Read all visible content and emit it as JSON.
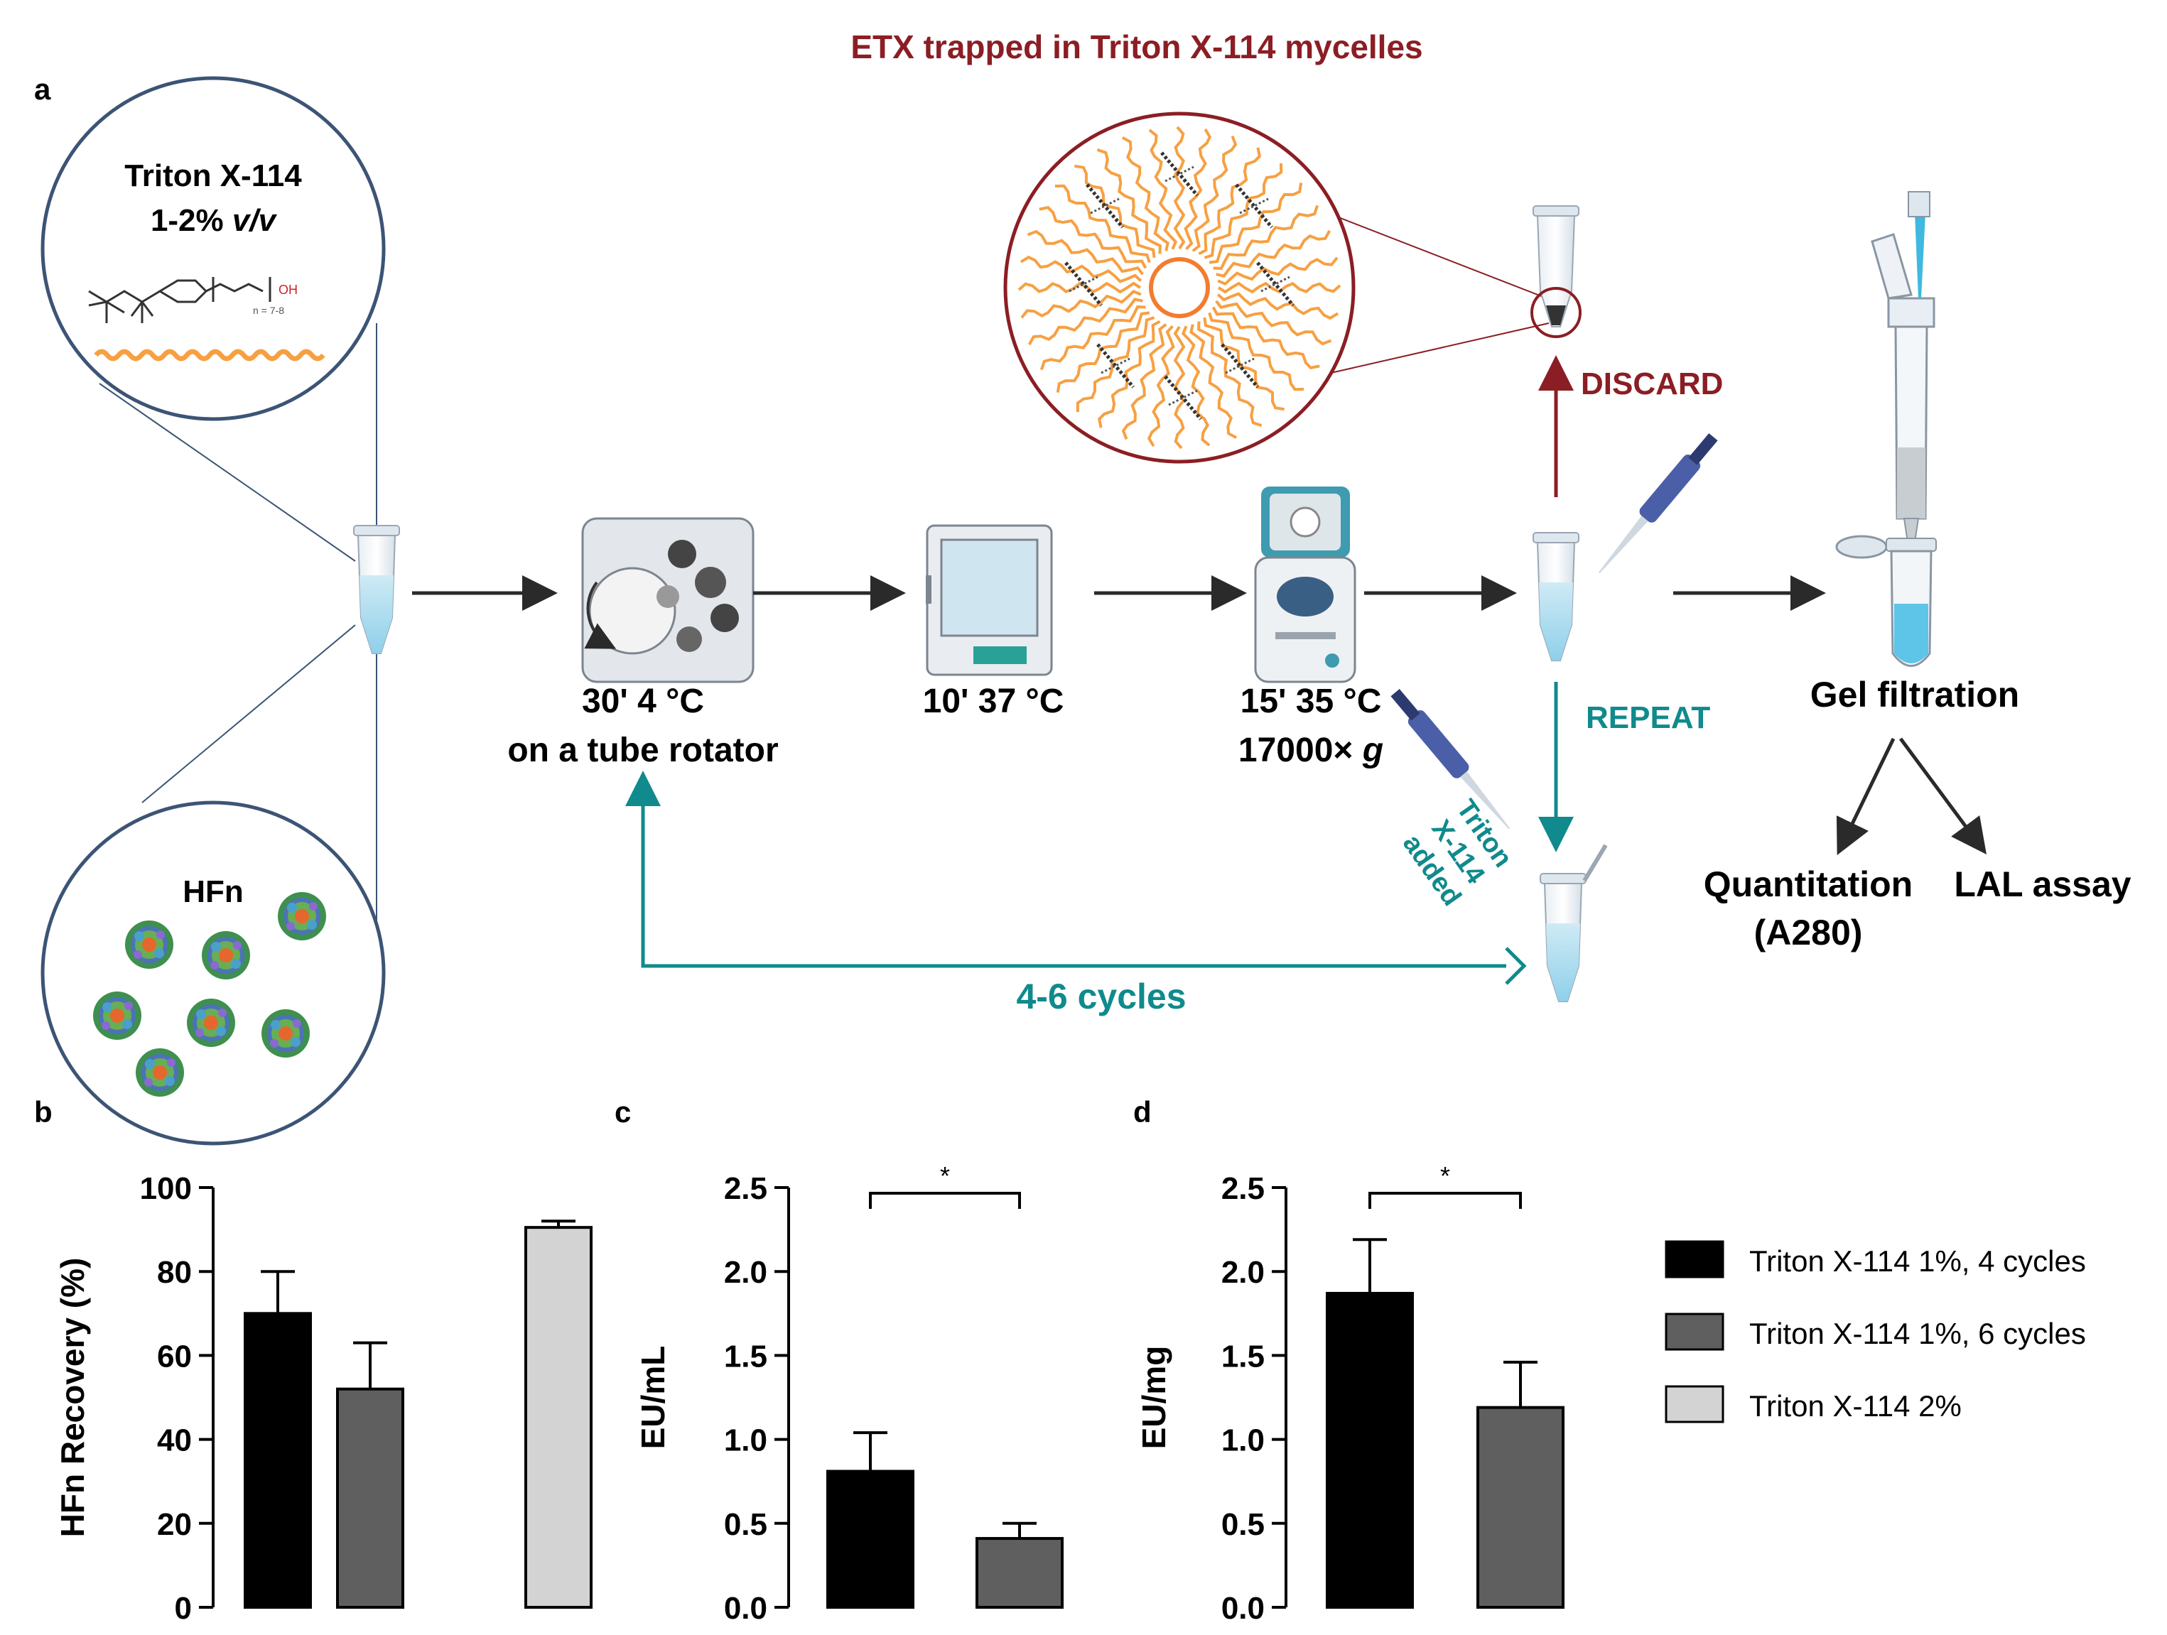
{
  "panel_labels": {
    "a": "a",
    "b": "b",
    "c": "c",
    "d": "d"
  },
  "panel_a": {
    "title": "ETX trapped in Triton X-114 mycelles",
    "triton_circle": {
      "title": "Triton X-114",
      "concentration": "1-2% ",
      "unit_italic": "v/v",
      "formula_oh": "OH",
      "formula_n": "n = 7-8"
    },
    "hfn_circle": {
      "title": "HFn"
    },
    "steps": {
      "rotator_line1": "30'  4 °C",
      "rotator_line2": "on a tube rotator",
      "incubator": "10'  37 °C",
      "centrifuge_line1": "15'  35 °C",
      "centrifuge_line2_prefix": "17000× ",
      "centrifuge_line2_italic": "g",
      "gel_filtration": "Gel filtration",
      "quantitation": "Quantitation",
      "a280": "(A280)",
      "lal_assay": "LAL assay"
    },
    "labels": {
      "discard": "DISCARD",
      "repeat": "REPEAT",
      "cycles": "4-6 cycles",
      "added_line1": "Triton",
      "added_line2": "X-114",
      "added_line3": "added"
    },
    "colors": {
      "dark_red": "#8b1e24",
      "teal": "#108a8c",
      "navy": "#3c5475",
      "arrow": "#2a2a2a",
      "orange": "#f7a042"
    }
  },
  "chart_data": [
    {
      "panel": "b",
      "type": "bar",
      "ylabel": "HFn  Recovery (%)",
      "ylim": [
        0,
        100
      ],
      "yticks": [
        "0",
        "20",
        "40",
        "60",
        "80",
        "100"
      ],
      "ytick_values": [
        0,
        20,
        40,
        60,
        80,
        100
      ],
      "categories": [
        "Triton X-114 1%, 4 cycles",
        "Triton X-114 1%, 6 cycles",
        "Triton X-114 2%"
      ],
      "values": [
        70,
        52,
        90.5
      ],
      "errors": [
        10,
        11,
        1.5
      ],
      "colors": [
        "#000000",
        "#5f5f5f",
        "#d3d3d3"
      ]
    },
    {
      "panel": "c",
      "type": "bar",
      "ylabel": "EU/mL",
      "ylim": [
        0,
        2.5
      ],
      "yticks": [
        "0.0",
        "0.5",
        "1.0",
        "1.5",
        "2.0",
        "2.5"
      ],
      "ytick_values": [
        0,
        0.5,
        1.0,
        1.5,
        2.0,
        2.5
      ],
      "categories": [
        "Triton X-114 1%, 4 cycles",
        "Triton X-114 1%, 6 cycles"
      ],
      "values": [
        0.81,
        0.41
      ],
      "errors": [
        0.23,
        0.09
      ],
      "colors": [
        "#000000",
        "#5f5f5f"
      ],
      "significance": "*"
    },
    {
      "panel": "d",
      "type": "bar",
      "ylabel": "EU/mg",
      "ylim": [
        0,
        2.5
      ],
      "yticks": [
        "0.0",
        "0.5",
        "1.0",
        "1.5",
        "2.0",
        "2.5"
      ],
      "ytick_values": [
        0,
        0.5,
        1.0,
        1.5,
        2.0,
        2.5
      ],
      "categories": [
        "Triton X-114 1%, 4 cycles",
        "Triton X-114 1%, 6 cycles"
      ],
      "values": [
        1.87,
        1.19
      ],
      "errors": [
        0.32,
        0.27
      ],
      "colors": [
        "#000000",
        "#5f5f5f"
      ],
      "significance": "*"
    }
  ],
  "legend": [
    {
      "label": "Triton X-114 1%, 4 cycles",
      "color": "#000000"
    },
    {
      "label": "Triton X-114 1%, 6 cycles",
      "color": "#5f5f5f"
    },
    {
      "label": "Triton X-114 2%",
      "color": "#d3d3d3"
    }
  ]
}
